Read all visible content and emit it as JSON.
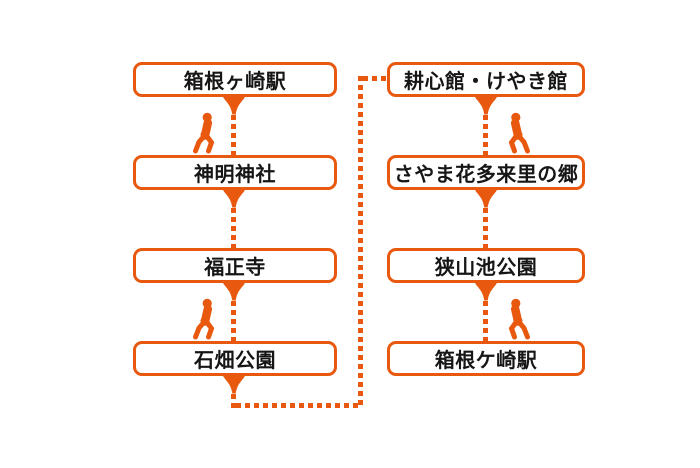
{
  "colors": {
    "accent_orange": "#e8580e",
    "text_black": "#161616",
    "background": "#ffffff"
  },
  "route": {
    "left_column": [
      {
        "label": "箱根ヶ崎駅"
      },
      {
        "label": "神明神社"
      },
      {
        "label": "福正寺"
      },
      {
        "label": "石畑公園"
      }
    ],
    "right_column": [
      {
        "label": "耕心館・けやき館"
      },
      {
        "label": "さやま花多来里の郷"
      },
      {
        "label": "狭山池公園"
      },
      {
        "label": "箱根ケ崎駅"
      }
    ]
  },
  "icons": {
    "walking_person": "🚶",
    "arrow_down": "▼"
  }
}
